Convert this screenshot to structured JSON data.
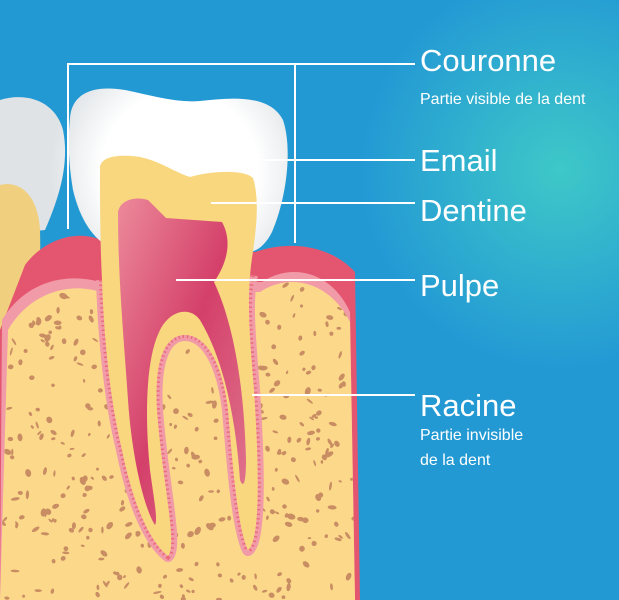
{
  "labels": {
    "crown": {
      "title": "Couronne",
      "subtitle": "Partie visible de la dent"
    },
    "enamel": {
      "title": "Email"
    },
    "dentin": {
      "title": "Dentine"
    },
    "pulp": {
      "title": "Pulpe"
    },
    "root": {
      "title": "Racine",
      "subtitle_line1": "Partie invisible",
      "subtitle_line2": "de la dent"
    }
  },
  "colors": {
    "background": "#2399d4",
    "glow": "#35c3cc",
    "enamel": "#ffffff",
    "dentin": "#f8d77f",
    "pulp": "#d9486e",
    "gum": "#e4566f",
    "ligament": "#f19aa8",
    "bone": "#fcd98a",
    "bone_spots": "#c98d63"
  }
}
